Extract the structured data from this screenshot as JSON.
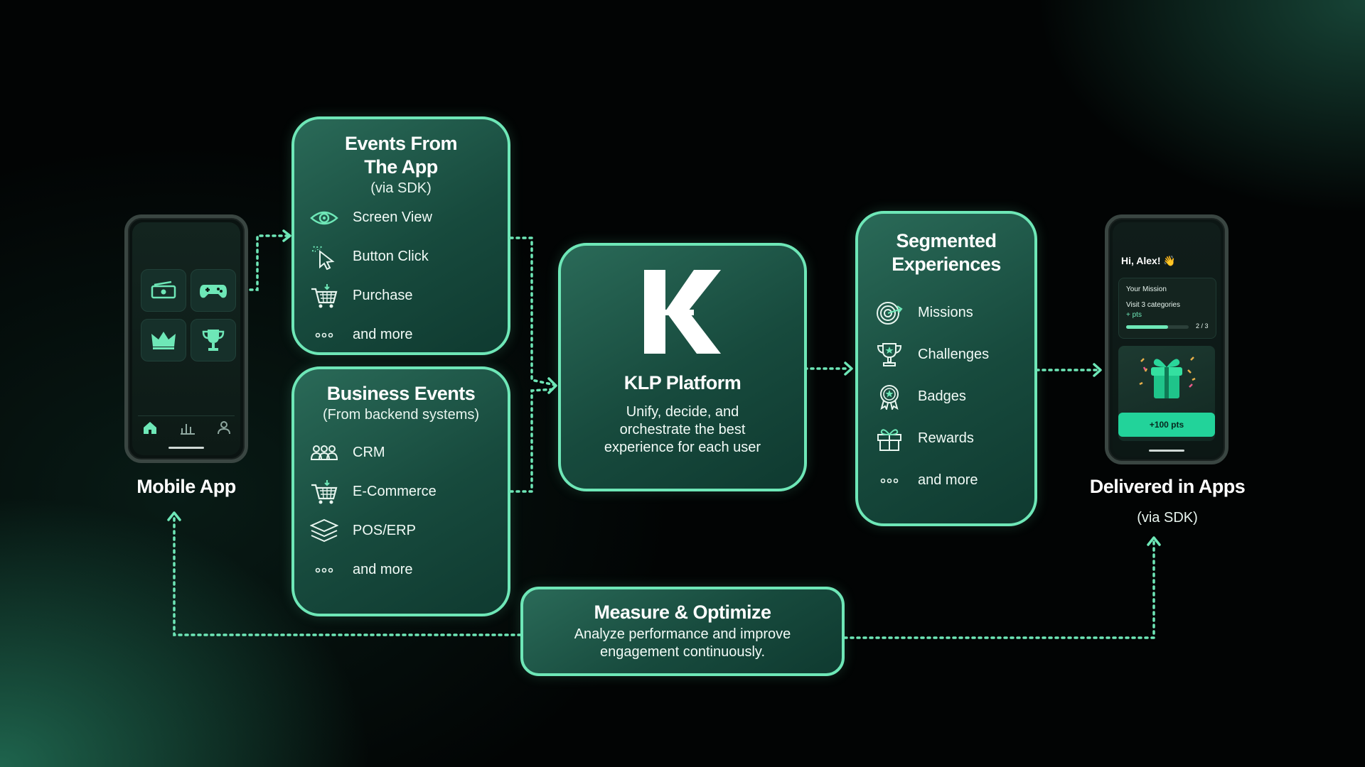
{
  "mobile_app": {
    "label": "Mobile App"
  },
  "events_from_app": {
    "title_line1": "Events From",
    "title_line2": "The App",
    "subtitle": "(via SDK)",
    "items": [
      {
        "label": "Screen View",
        "icon": "eye-icon"
      },
      {
        "label": "Button Click",
        "icon": "cursor-click-icon"
      },
      {
        "label": "Purchase",
        "icon": "shopping-cart-icon"
      },
      {
        "label": "and more",
        "icon": "ellipsis-icon"
      }
    ]
  },
  "business_events": {
    "title": "Business Events",
    "subtitle": "(From backend systems)",
    "items": [
      {
        "label": "CRM",
        "icon": "users-icon"
      },
      {
        "label": "E-Commerce",
        "icon": "shopping-cart-icon"
      },
      {
        "label": "POS/ERP",
        "icon": "layers-icon"
      },
      {
        "label": "and more",
        "icon": "ellipsis-icon"
      }
    ]
  },
  "platform": {
    "logo_letter": "K",
    "title": "KLP Platform",
    "desc_line1": "Unify, decide, and",
    "desc_line2": "orchestrate the best",
    "desc_line3": "experience for each user"
  },
  "segmented": {
    "title_line1": "Segmented",
    "title_line2": "Experiences",
    "items": [
      {
        "label": "Missions",
        "icon": "target-icon"
      },
      {
        "label": "Challenges",
        "icon": "trophy-icon"
      },
      {
        "label": "Badges",
        "icon": "badge-icon"
      },
      {
        "label": "Rewards",
        "icon": "gift-icon"
      },
      {
        "label": "and more",
        "icon": "ellipsis-icon"
      }
    ]
  },
  "delivered": {
    "label": "Delivered in Apps",
    "subtitle": "(via SDK)",
    "phone": {
      "greeting": "Hi, Alex! 👋",
      "mission_title": "Your Mission",
      "mission_text": "Visit 3 categories",
      "mission_pts": "+ pts",
      "progress_text": "2 / 3",
      "progress": 0.67,
      "reward_button": "+100 pts"
    }
  },
  "measure": {
    "title": "Measure & Optimize",
    "desc_line1": "Analyze performance and improve",
    "desc_line2": "engagement continuously."
  },
  "colors": {
    "accent": "#6ee7b7",
    "box_fill": "#1a4d40",
    "background": "#020404"
  }
}
